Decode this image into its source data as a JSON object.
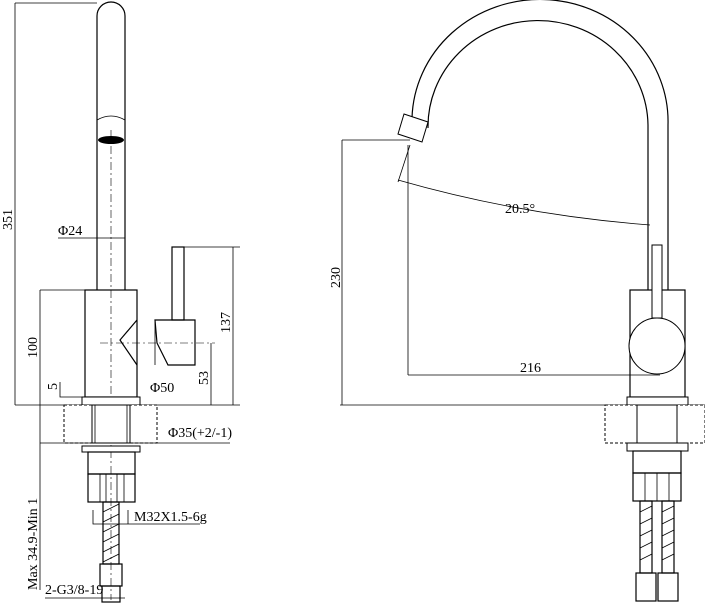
{
  "side_view": {
    "height_total": "351",
    "spout_diameter": "Φ24",
    "body_height": "100",
    "handle_height": "137",
    "handle_axis_height": "53",
    "base_offset": "5",
    "body_diameter": "Φ50",
    "hole_diameter": "Φ35(+2/-1)",
    "countertop_thickness": "Max  34.9-Min  1",
    "thread": "M32X1.5-6g",
    "hose_connection": "2-G3/8-19"
  },
  "front_view": {
    "outlet_height": "230",
    "reach": "216",
    "swivel_angle": "20.5°"
  }
}
